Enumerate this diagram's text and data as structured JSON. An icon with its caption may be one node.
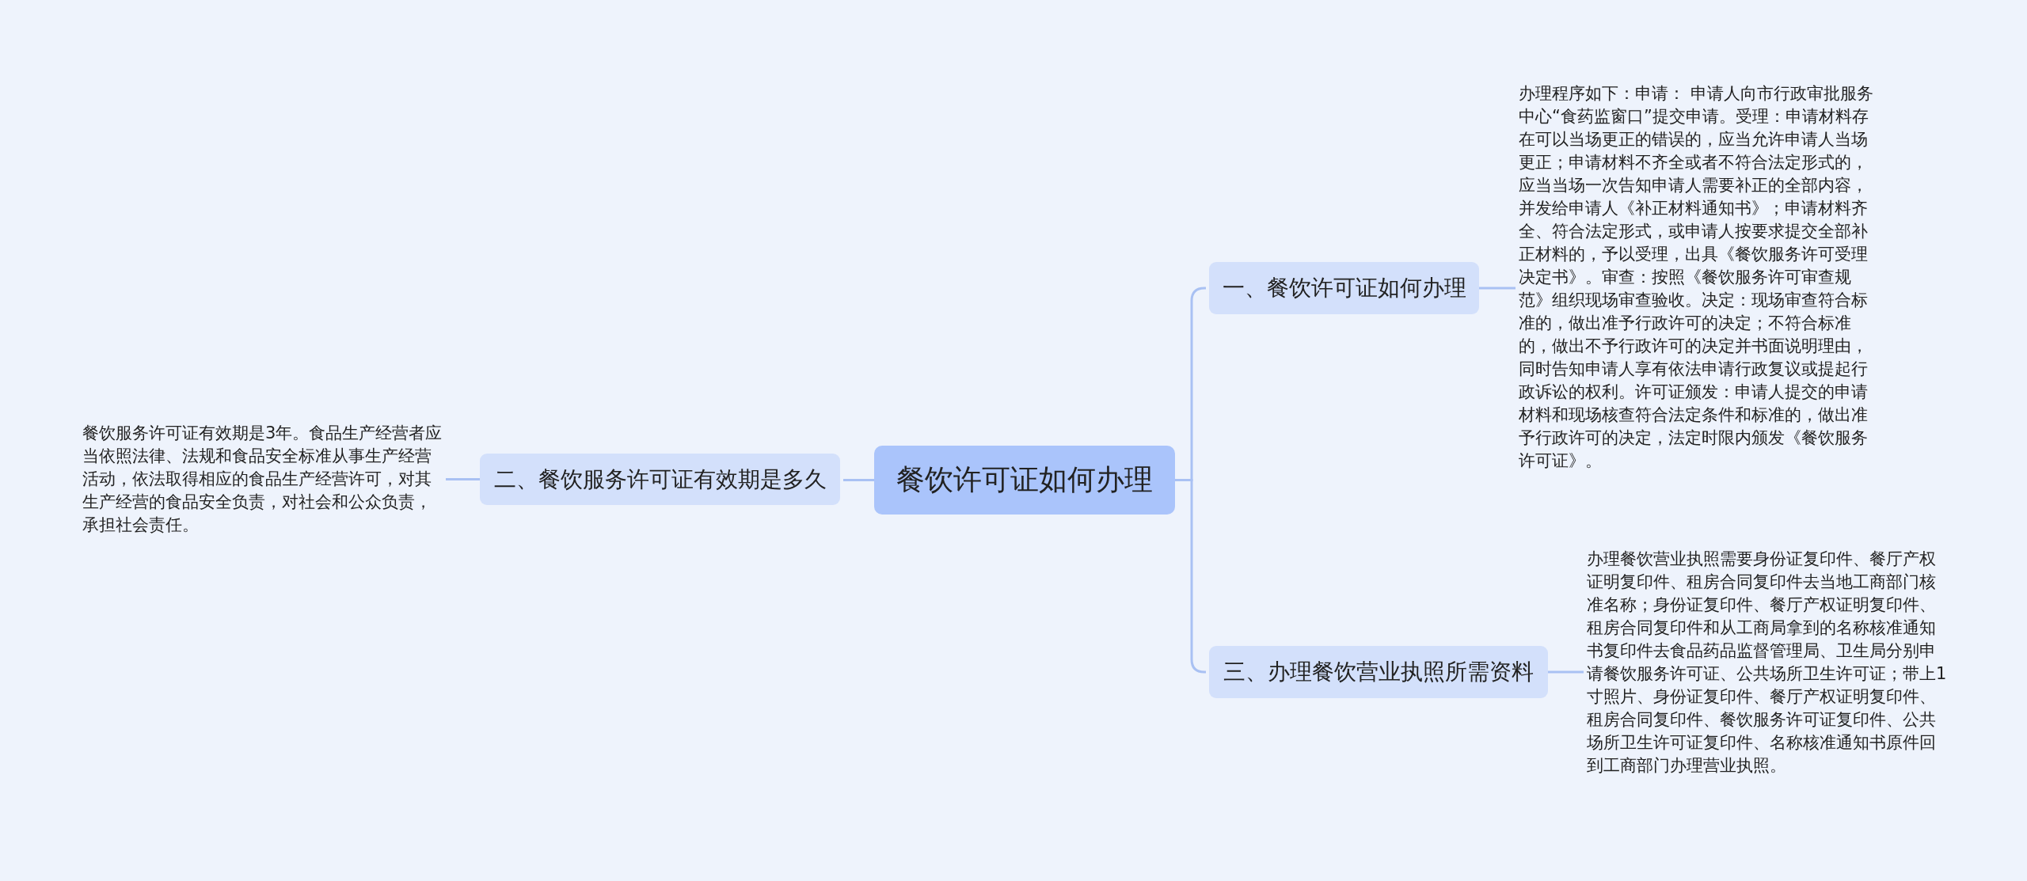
{
  "diagram": {
    "nodes": [
      {
        "text": [
          "餐饮许可证如何办理"
        ]
      },
      {
        "text": [
          "一、餐饮许可证如何办理"
        ]
      },
      {
        "text": [
          "办理程序如下：申请： 申请人向市行政审批服务中心“食药监窗口”提交申请。受理：申请材料存在可以当场更正的错误的，应当允许申请人当场更正；申请材料不齐全或者不符合法定形式的，应当当场一次告知申请人需要补正的全部内容，并发给申请人《补正材料通知书》；申请材料齐全、符合法定形式，或申请人按要求提交全部补正材料的，予以受理，出具《餐饮服务许可受理决定书》。审查：按照《餐饮服务许可审查规范》组织现场审查验收。决定：现场审查符合标准的，做出准予行政许可的决定；不符合标准的，做出不予行政许可的决定并书面说明理由，同时告知申请人享有依法申请行政复议或提起行政诉讼的权利。许可证颁发：申请人提交的申请材料和现场核查符合法定条件和标准的，做出准予行政许可的决定，法定时限内颁发《餐饮服务许可证》。"
        ]
      },
      {
        "text": [
          "二、餐饮服务许可证有效期是多久"
        ]
      },
      {
        "text": [
          "餐饮服务许可证有效期是3年。食品生产经营者应当依照法律、法规和食品安全标准从事生产经营活动，依法取得相应的食品生产经营许可，对其生产经营的食品安全负责，对社会和公众负责，承担社会责任。"
        ]
      },
      {
        "text": [
          "三、办理餐饮营业执照所需资料"
        ]
      },
      {
        "text": [
          "办理餐饮营业执照需要身份证复印件、餐厅产权证明复印件、租房合同复印件去当地工商部门核准名称；身份证复印件、餐厅产权证明复印件、租房合同复印件和从工商局拿到的名称核准通知书复印件去食品药品监督管理局、卫生局分别申请餐饮服务许可证、公共场所卫生许可证；带上1寸照片、身份证复印件、餐厅产权证明复印件、租房合同复印件、餐饮服务许可证复印件、公共场所卫生许可证复印件、名称核准通知书原件回到工商部门办理营业执照。"
        ]
      }
    ],
    "edges": [
      {
        "from": 0,
        "to": 1,
        "arrow": "none"
      },
      {
        "from": 1,
        "to": 2,
        "arrow": "none"
      },
      {
        "from": 0,
        "to": 3,
        "arrow": "none"
      },
      {
        "from": 3,
        "to": 4,
        "arrow": "none"
      },
      {
        "from": 0,
        "to": 5,
        "arrow": "none"
      },
      {
        "from": 5,
        "to": 6,
        "arrow": "none"
      }
    ]
  }
}
